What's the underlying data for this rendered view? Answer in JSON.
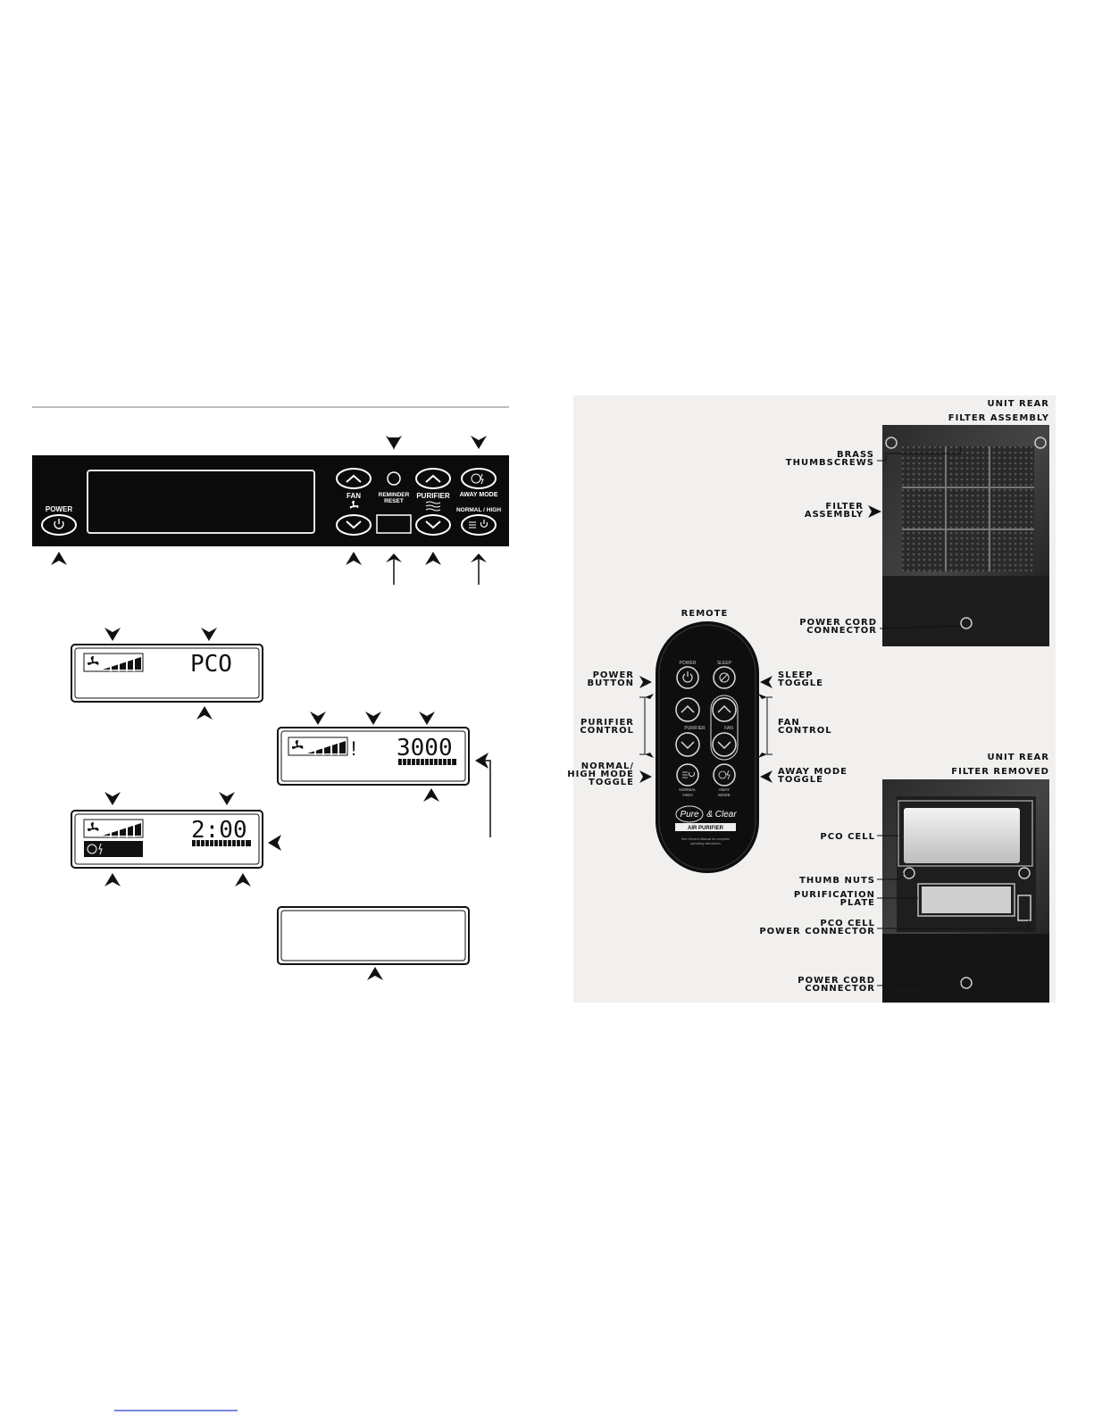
{
  "control_panel": {
    "power_label": "POWER",
    "fan_label": "FAN",
    "reminder_label_1": "REMINDER",
    "reminder_label_2": "RESET",
    "purifier_label": "PURIFIER",
    "away_mode_label": "AWAY MODE",
    "normal_high_label": "NORMAL / HIGH"
  },
  "lcd": {
    "pco_text": "PCO",
    "airflow_text": "3000",
    "airflow_warning": "!",
    "timer_text": "2:00"
  },
  "remote": {
    "heading": "Remote",
    "power_label": "POWER",
    "sleep_label": "SLEEP",
    "purifier_label": "PURIFIER",
    "fan_label": "FAN",
    "normal_label": "NORMAL",
    "high_label": "HIGH",
    "away_label": "AWAY",
    "mode_label": "MODE",
    "brand_pure": "Pure",
    "brand_clear": "& Clear",
    "product": "AIR PURIFIER",
    "note_1": "See Owner's Manual for complete",
    "note_2": "operating instructions",
    "callouts": {
      "power_button_1": "Power",
      "power_button_2": "Button",
      "sleep_toggle_1": "Sleep",
      "sleep_toggle_2": "Toggle",
      "purifier_control_1": "Purifier",
      "purifier_control_2": "Control",
      "fan_control_1": "Fan",
      "fan_control_2": "Control",
      "normal_high_1": "Normal/",
      "normal_high_2": "High Mode",
      "normal_high_3": "Toggle",
      "away_mode_1": "Away Mode",
      "away_mode_2": "Toggle"
    }
  },
  "unit_rear_assembly": {
    "title_1": "Unit Rear",
    "title_2": "Filter Assembly",
    "brass_1": "Brass",
    "brass_2": "Thumbscrews",
    "filter_1": "Filter",
    "filter_2": "Assembly",
    "cord_1": "Power Cord",
    "cord_2": "Connector"
  },
  "unit_rear_removed": {
    "title_1": "Unit Rear",
    "title_2": "Filter Removed",
    "pco_cell": "PCO Cell",
    "thumb_nuts": "Thumb Nuts",
    "plate_1": "Purification",
    "plate_2": "Plate",
    "pco_power_1": "PCO Cell",
    "pco_power_2": "Power Connector",
    "cord_1": "Power Cord",
    "cord_2": "Connector"
  },
  "colors": {
    "panel": "#0b0b0b",
    "photo_bg": "#f1f0ee",
    "link": "#2a3fd4"
  }
}
